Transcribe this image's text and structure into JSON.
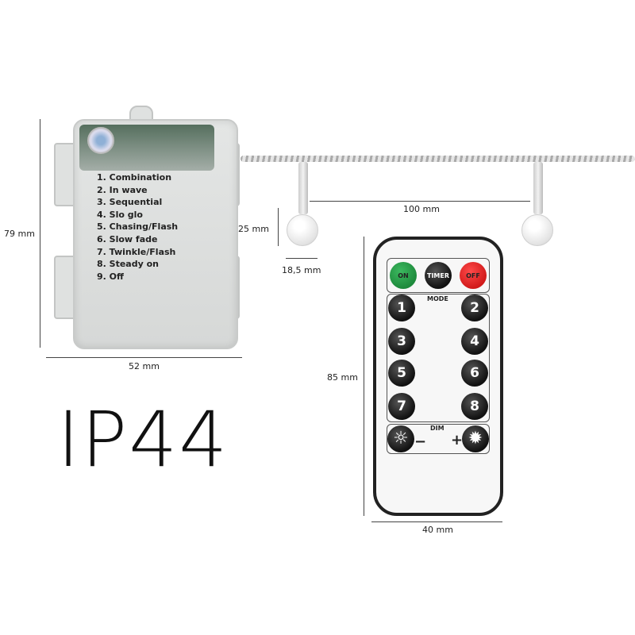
{
  "battery_box": {
    "modes": [
      "1. Combination",
      "2. In wave",
      "3. Sequential",
      "4. Slo glo",
      "5. Chasing/Flash",
      "6. Slow fade",
      "7. Twinkle/Flash",
      "8. Steady on",
      "9. Off"
    ],
    "height_label": "79 mm",
    "width_label": "52 mm"
  },
  "rating": "IP44",
  "string_lights": {
    "spacing_label": "100 mm",
    "bulb_height_label": "25 mm",
    "bulb_width_label": "18,5 mm"
  },
  "remote": {
    "on_label": "ON",
    "timer_label": "TIMER",
    "off_label": "OFF",
    "mode_label": "MODE",
    "mode_buttons": [
      "1",
      "2",
      "3",
      "4",
      "5",
      "6",
      "7",
      "8"
    ],
    "dim_label": "DIM",
    "minus_label": "−",
    "plus_label": "+",
    "height_label": "85 mm",
    "width_label": "40 mm",
    "colors": {
      "on": "#1e8a3c",
      "off": "#d11a1a",
      "button": "#111111"
    }
  }
}
